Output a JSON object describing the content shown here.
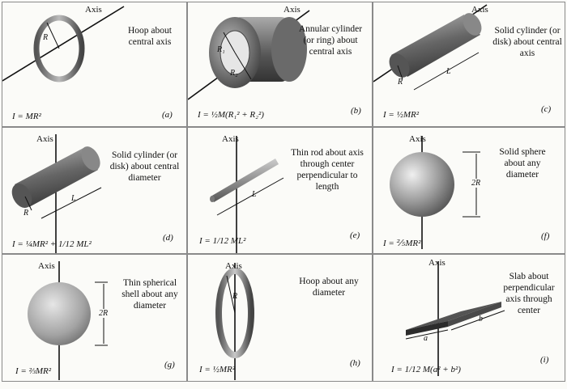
{
  "panels": [
    {
      "key": "a",
      "axis": "Axis",
      "description": "Hoop about central axis",
      "formula": "I = MR²",
      "tag": "(a)",
      "dims": [
        "R"
      ]
    },
    {
      "key": "b",
      "axis": "Axis",
      "description": "Annular cylinder (or ring) about central axis",
      "formula": "I = ½M(R₁² + R₂²)",
      "tag": "(b)",
      "dims": [
        "R₁",
        "R₂"
      ]
    },
    {
      "key": "c",
      "axis": "Axis",
      "description": "Solid cylinder (or disk) about central axis",
      "formula": "I = ½MR²",
      "tag": "(c)",
      "dims": [
        "R",
        "L"
      ]
    },
    {
      "key": "d",
      "axis": "Axis",
      "description": "Solid cylinder (or disk) about central diameter",
      "formula": "I = ¼MR² + 1/12 ML²",
      "tag": "(d)",
      "dims": [
        "R",
        "L"
      ]
    },
    {
      "key": "e",
      "axis": "Axis",
      "description": "Thin rod about axis through center perpendicular to length",
      "formula": "I = 1/12 ML²",
      "tag": "(e)",
      "dims": [
        "L"
      ]
    },
    {
      "key": "f",
      "axis": "Axis",
      "description": "Solid sphere about any diameter",
      "formula": "I = ⅖MR²",
      "tag": "(f)",
      "dims": [
        "2R"
      ]
    },
    {
      "key": "g",
      "axis": "Axis",
      "description": "Thin spherical shell about any diameter",
      "formula": "I = ⅔MR²",
      "tag": "(g)",
      "dims": [
        "2R"
      ]
    },
    {
      "key": "h",
      "axis": "Axis",
      "description": "Hoop about any diameter",
      "formula": "I = ½MR²",
      "tag": "(h)",
      "dims": [
        "R"
      ]
    },
    {
      "key": "i",
      "axis": "Axis",
      "description": "Slab about perpendicular axis through center",
      "formula": "I = 1/12 M(a² + b²)",
      "tag": "(i)",
      "dims": [
        "a",
        "b"
      ]
    }
  ],
  "colors": {
    "border": "#8a8a8a",
    "background": "#fbfbf8",
    "metal_dark": "#4a4a4a",
    "metal_light": "#d8d8d8"
  }
}
